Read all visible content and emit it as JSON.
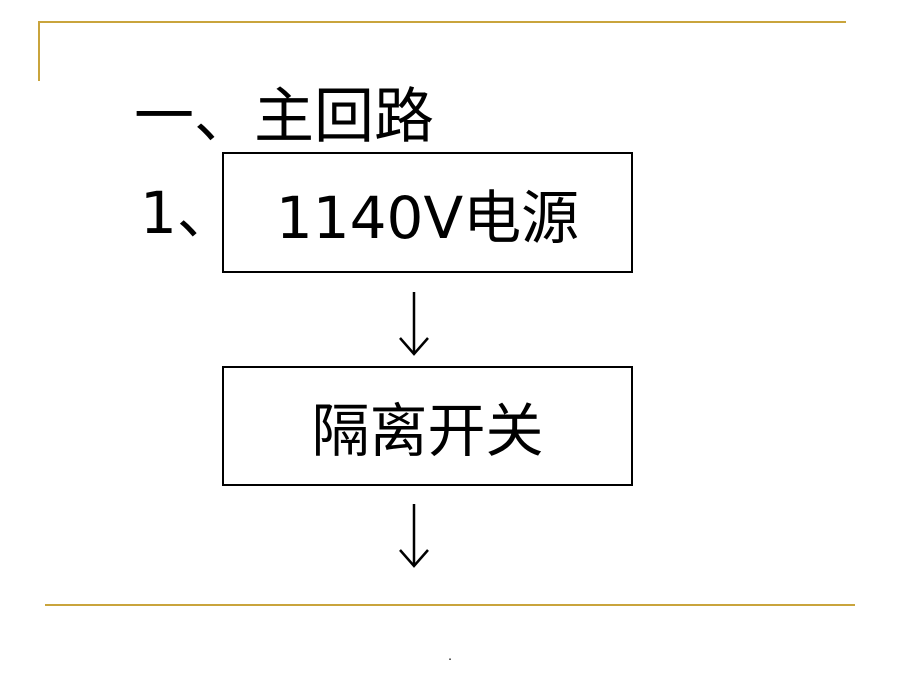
{
  "slide": {
    "heading": "一、主回路",
    "step_number": "1、",
    "footer_mark": "."
  },
  "flow": {
    "boxes": [
      {
        "label": "1140V电源"
      },
      {
        "label": "隔离开关"
      }
    ],
    "arrow_icon": "down-arrow-icon"
  },
  "colors": {
    "rule": "#c9a43c",
    "text": "#000000",
    "background": "#ffffff"
  }
}
